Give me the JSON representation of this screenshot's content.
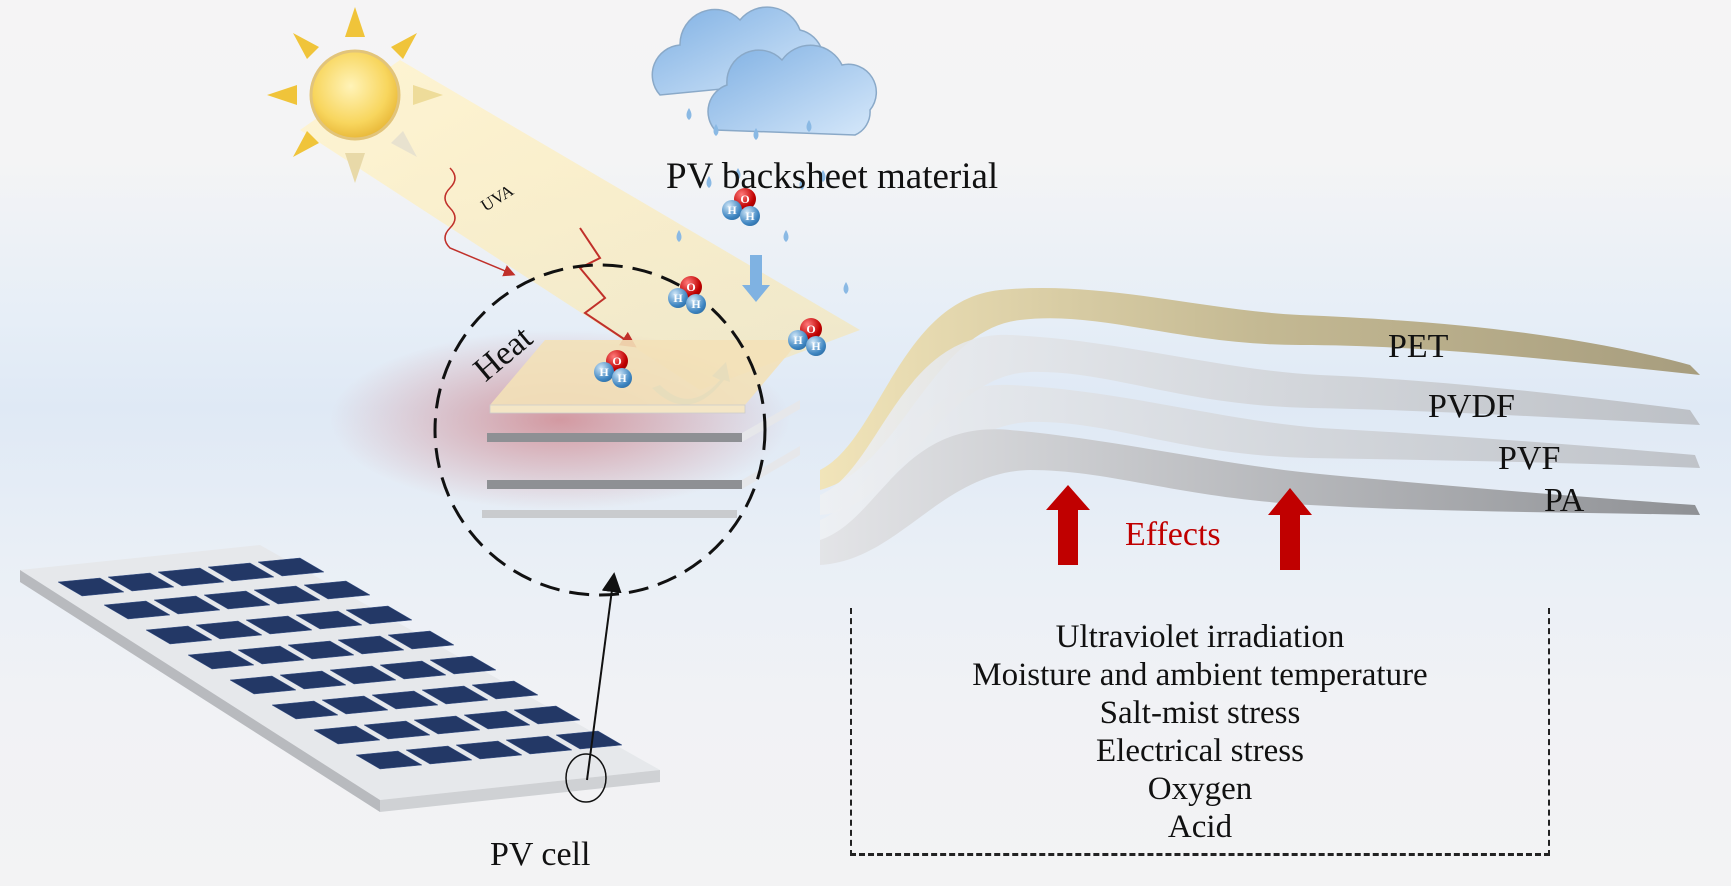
{
  "figure": {
    "title": "PV backsheet material",
    "layers": [
      {
        "label": "PET",
        "color": "#b5ab8c"
      },
      {
        "label": "PVDF",
        "color": "#d9dde3"
      },
      {
        "label": "PVF",
        "color": "#c9ccd1"
      },
      {
        "label": "PA",
        "color": "#9a9ca0"
      }
    ],
    "effects_label": "Effects",
    "effects_color": "#c00000",
    "stress_factors": [
      "Ultraviolet irradiation",
      "Moisture and ambient temperature",
      "Salt-mist stress",
      "Electrical stress",
      "Oxygen",
      "Acid"
    ],
    "uva_label": "UVA",
    "heat_label": "Heat",
    "pv_cell_label": "PV cell",
    "molecule": {
      "o": "O",
      "h": "H"
    },
    "icons": [
      "sun-icon",
      "rain-cloud-icon",
      "water-molecule-icon",
      "uv-wave-icon",
      "solar-panel-icon",
      "up-arrow-icon"
    ],
    "colors": {
      "sun": "#f7d45a",
      "cloud": "#8fbbe8",
      "panel_cell": "#1f3564",
      "accent_red": "#c00000"
    }
  }
}
